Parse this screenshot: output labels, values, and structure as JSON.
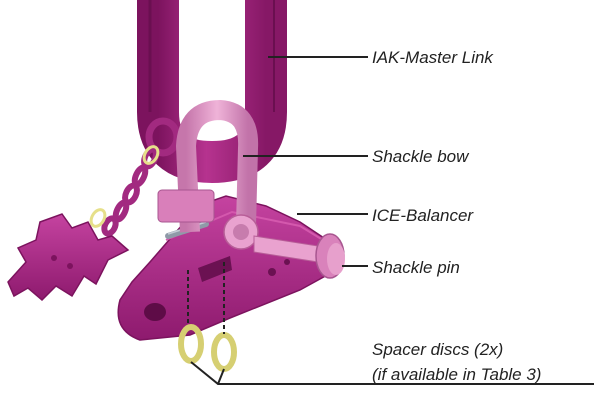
{
  "labels": {
    "master_link": "IAK-Master Link",
    "shackle_bow": "Shackle bow",
    "balancer": "ICE-Balancer",
    "shackle_pin": "Shackle pin",
    "spacer_discs_line1": "Spacer discs (2x)",
    "spacer_discs_line2": "(if available in Table 3)"
  },
  "colors": {
    "magenta_dark": "#8e1a6e",
    "magenta": "#b3318c",
    "magenta_light": "#cf5aaa",
    "pink_shackle": "#dd8fc0",
    "pink_shackle_dark": "#b85e98",
    "yellow_link": "#e6e08a",
    "leader": "#222222",
    "pin_grey": "#8f9aa8"
  }
}
